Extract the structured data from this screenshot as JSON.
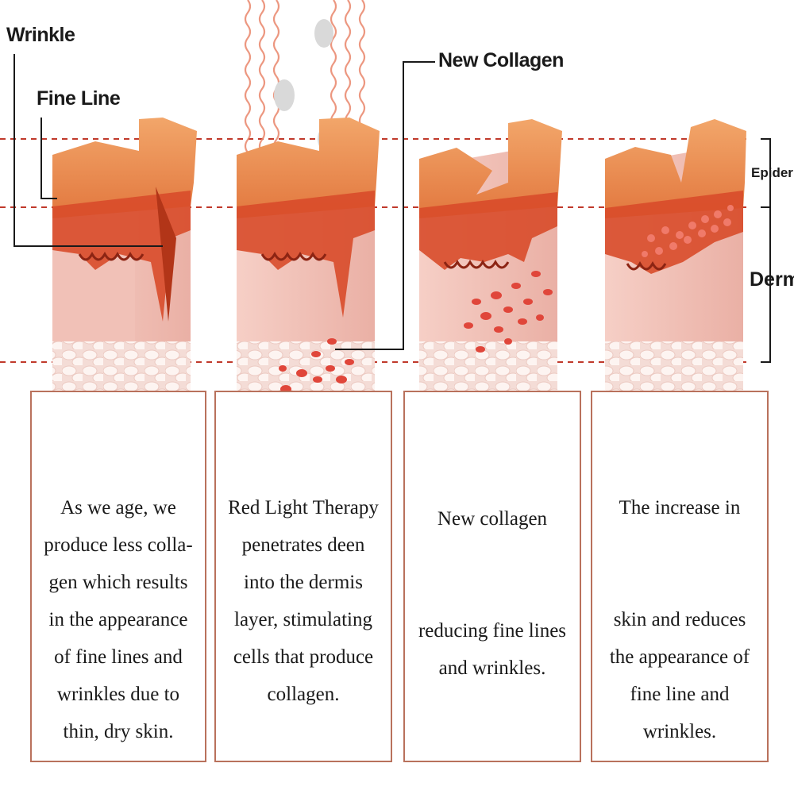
{
  "labels": {
    "wrinkle": "Wrinkle",
    "fine_line": "Fine Line",
    "new_collagen": "New Collagen",
    "epidermis": "Epider",
    "dermis": "Derm"
  },
  "panels": [
    {
      "lines": [
        "As we age, we",
        "produce less colla-",
        "gen which results",
        "in the appearance",
        "of fine lines and",
        "wrinkles due to",
        "thin, dry skin."
      ]
    },
    {
      "lines": [
        "Red Light Therapy",
        "penetrates deen",
        "into the dermis",
        "layer, stimulating",
        "cells that produce",
        "collagen."
      ]
    },
    {
      "lines": [
        "New collagen",
        "",
        "",
        "reducing fine lines",
        "and wrinkles."
      ]
    },
    {
      "lines": [
        "The increase in",
        "",
        "",
        "skin and reduces",
        "the appearance of",
        "fine line and",
        "wrinkles."
      ]
    }
  ],
  "colors": {
    "guide_line": "#c0392b",
    "card_border": "#b9715c",
    "skin_top": "#e58a4e",
    "skin_inner": "#f3c3ba",
    "red_band": "#d84b2a"
  }
}
